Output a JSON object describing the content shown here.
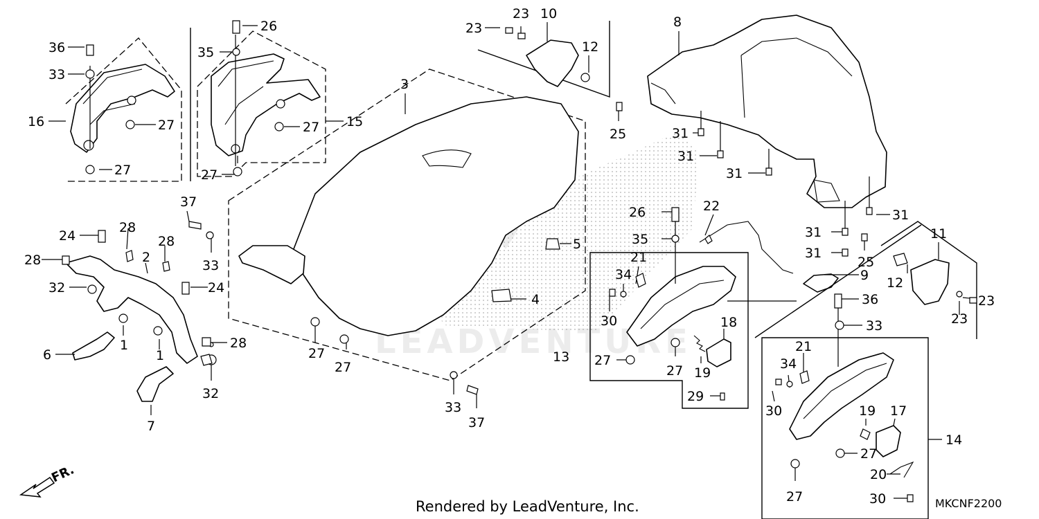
{
  "footer": {
    "rendered_by": "Rendered by LeadVenture, Inc.",
    "diagram_code": "MKCNF2200"
  },
  "direction": {
    "label": "FR."
  },
  "watermark": {
    "text": "LEADVENTURE"
  },
  "callouts": {
    "p1a": "1",
    "p1b": "1",
    "p2": "2",
    "p3": "3",
    "p4": "4",
    "p5": "5",
    "p6": "6",
    "p7": "7",
    "p8": "8",
    "p9": "9",
    "p10": "10",
    "p11": "11",
    "p12a": "12",
    "p12b": "12",
    "p13": "13",
    "p14": "14",
    "p15": "15",
    "p16": "16",
    "p17": "17",
    "p18": "18",
    "p19a": "19",
    "p19b": "19",
    "p20": "20",
    "p21a": "21",
    "p21b": "21",
    "p22": "22",
    "p23a": "23",
    "p23b": "23",
    "p23c": "23",
    "p23d": "23",
    "p24a": "24",
    "p24b": "24",
    "p25a": "25",
    "p25b": "25",
    "p26a": "26",
    "p26b": "26",
    "p27a": "27",
    "p27b": "27",
    "p27c": "27",
    "p27d": "27",
    "p27e": "27",
    "p27f": "27",
    "p27g": "27",
    "p27h": "27",
    "p27i": "27",
    "p27j": "27",
    "p28a": "28",
    "p28b": "28",
    "p28c": "28",
    "p28d": "28",
    "p29": "29",
    "p30a": "30",
    "p30b": "30",
    "p30c": "30",
    "p31a": "31",
    "p31b": "31",
    "p31c": "31",
    "p31d": "31",
    "p31e": "31",
    "p31f": "31",
    "p32a": "32",
    "p32b": "32",
    "p33a": "33",
    "p33b": "33",
    "p33c": "33",
    "p33d": "33",
    "p34a": "34",
    "p34b": "34",
    "p35a": "35",
    "p35b": "35",
    "p36a": "36",
    "p36b": "36",
    "p37a": "37",
    "p37b": "37"
  }
}
